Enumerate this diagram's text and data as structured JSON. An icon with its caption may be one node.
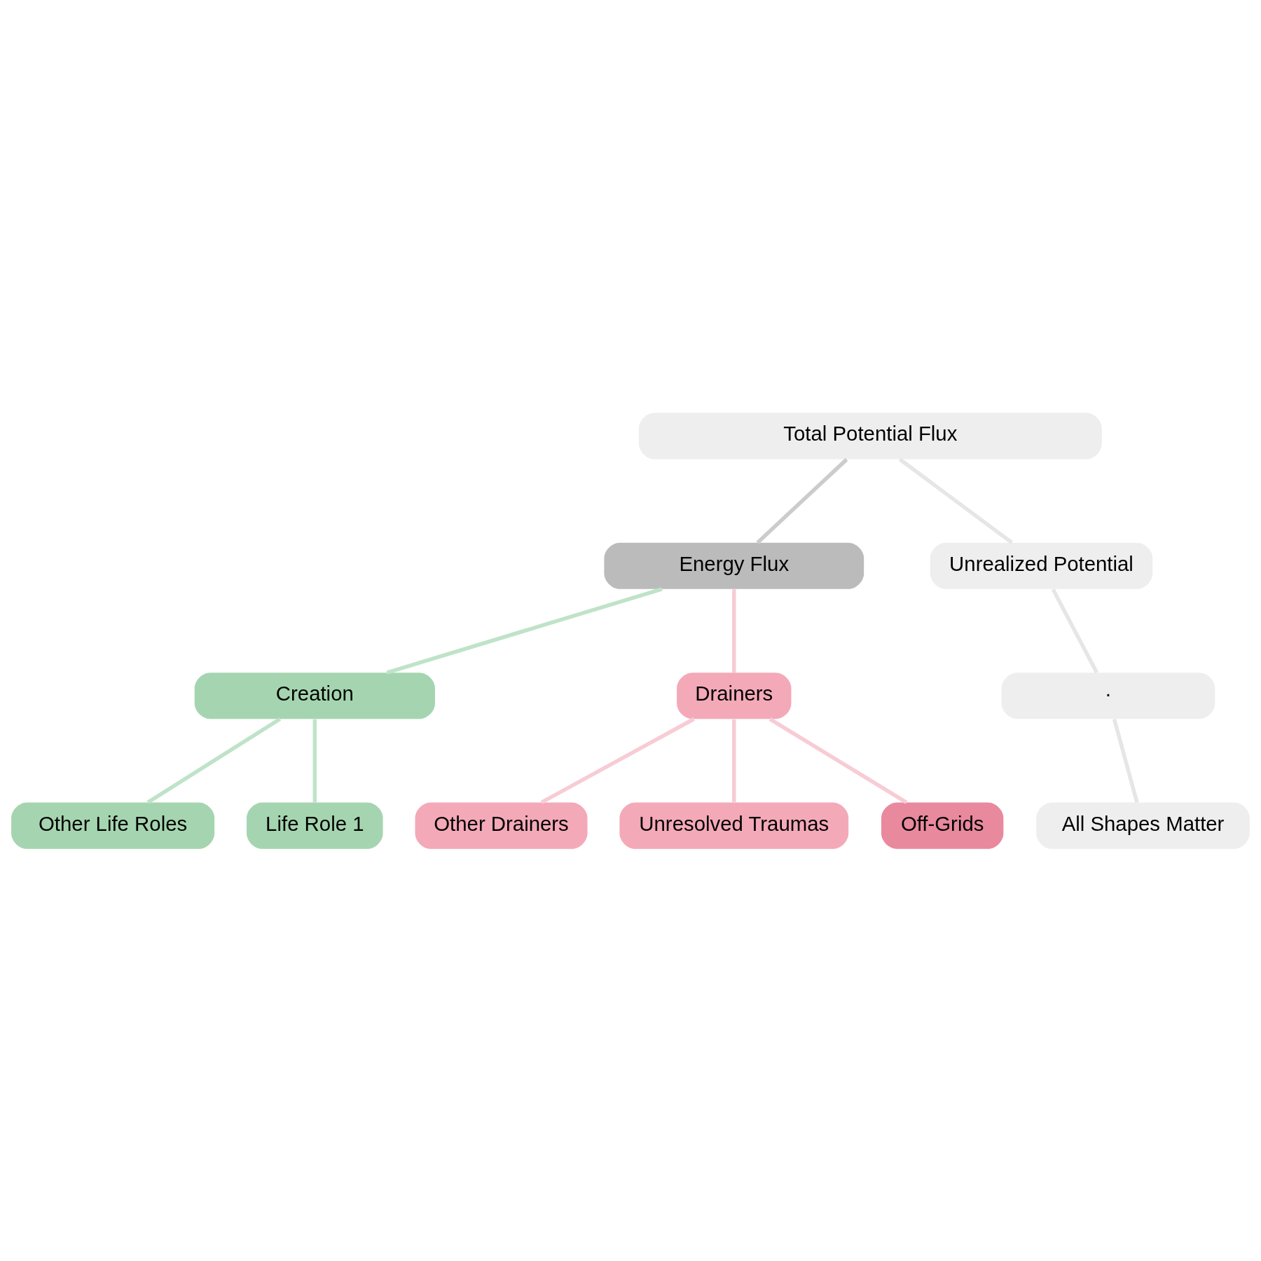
{
  "diagram": {
    "nodes": [
      {
        "text": [
          "Total Potential Flux"
        ]
      },
      {
        "text": [
          "Energy Flux"
        ]
      },
      {
        "text": [
          "Unrealized Potential"
        ]
      },
      {
        "text": [
          "Creation"
        ]
      },
      {
        "text": [
          "Drainers"
        ]
      },
      {
        "text": [
          "·"
        ]
      },
      {
        "text": [
          "Other Life Roles"
        ]
      },
      {
        "text": [
          "Life Role 1"
        ]
      },
      {
        "text": [
          "Other Drainers"
        ]
      },
      {
        "text": [
          "Unresolved Traumas"
        ]
      },
      {
        "text": [
          "Off-Grids"
        ]
      },
      {
        "text": [
          "All Shapes Matter"
        ]
      }
    ],
    "edges": [
      {
        "from": 0,
        "to": 1,
        "arrow": "none",
        "color": "#cccccc"
      },
      {
        "from": 0,
        "to": 2,
        "arrow": "none",
        "color": "#e6e6e6"
      },
      {
        "from": 1,
        "to": 3,
        "arrow": "none",
        "color": "#bfe3c8"
      },
      {
        "from": 1,
        "to": 4,
        "arrow": "none",
        "color": "#f7ccd5"
      },
      {
        "from": 2,
        "to": 5,
        "arrow": "none",
        "color": "#e6e6e6"
      },
      {
        "from": 3,
        "to": 6,
        "arrow": "none",
        "color": "#bfe3c8"
      },
      {
        "from": 3,
        "to": 7,
        "arrow": "none",
        "color": "#bfe3c8"
      },
      {
        "from": 4,
        "to": 8,
        "arrow": "none",
        "color": "#f7ccd5"
      },
      {
        "from": 4,
        "to": 9,
        "arrow": "none",
        "color": "#f7ccd5"
      },
      {
        "from": 4,
        "to": 10,
        "arrow": "none",
        "color": "#f7ccd5"
      },
      {
        "from": 5,
        "to": 11,
        "arrow": "none",
        "color": "#e6e6e6"
      }
    ]
  }
}
